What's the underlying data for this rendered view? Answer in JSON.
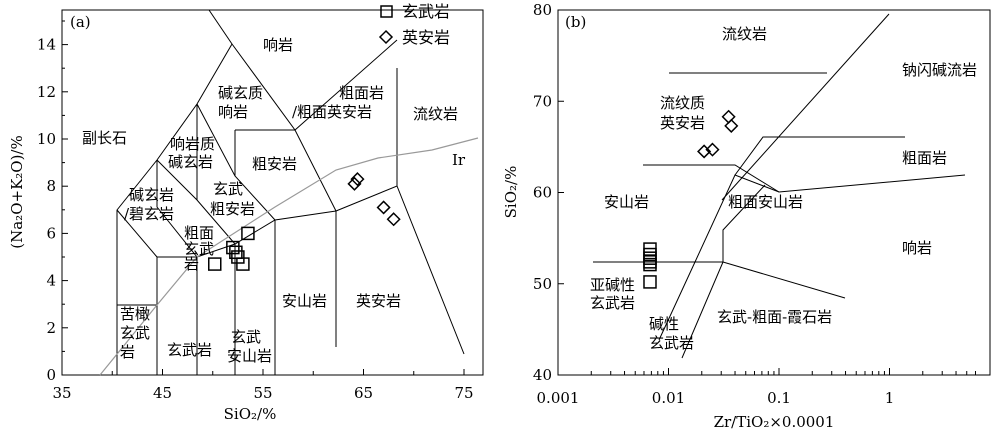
{
  "chart_data": [
    {
      "type": "scatter",
      "panel_label": "(a)",
      "xlabel": "SiO2/%",
      "ylabel": "(Na2O+K2O)/%",
      "xlim": [
        35,
        77
      ],
      "ylim": [
        0,
        15.5
      ],
      "xticks": [
        "35",
        "45",
        "55",
        "65",
        "75"
      ],
      "yticks": [
        "0",
        "2",
        "4",
        "6",
        "8",
        "10",
        "12",
        "14"
      ],
      "legend": [
        "玄武岩",
        "英安岩"
      ],
      "series": [
        {
          "name": "玄武岩",
          "marker": "square",
          "x": [
            50.2,
            52.0,
            52.3,
            53.0,
            53.5,
            52.5
          ],
          "y": [
            4.7,
            5.4,
            5.2,
            4.7,
            6.0,
            5.0
          ]
        },
        {
          "name": "英安岩",
          "marker": "diamond",
          "x": [
            64.1,
            64.4,
            67.0,
            68.0
          ],
          "y": [
            8.1,
            8.3,
            7.1,
            6.6
          ]
        }
      ],
      "field_labels": [
        "副长石",
        "响岩",
        "碱玄质响岩",
        "响岩质碱玄岩",
        "碱玄岩/碧玄岩",
        "玄武粗安岩",
        "粗面玄武岩",
        "粗安岩",
        "粗面岩/粗面英安岩",
        "流纹岩",
        "苦橄玄武岩",
        "玄武岩",
        "玄武安山岩",
        "安山岩",
        "英安岩",
        "Ir"
      ]
    },
    {
      "type": "scatter",
      "panel_label": "(b)",
      "xlabel": "Zr/TiO2×0.0001",
      "ylabel": "SiO2/%",
      "xscale": "log",
      "xlim": [
        0.001,
        6
      ],
      "ylim": [
        40,
        80
      ],
      "xticks": [
        "0.001",
        "0.01",
        "0.1",
        "1"
      ],
      "yticks": [
        "40",
        "50",
        "60",
        "70",
        "80"
      ],
      "series": [
        {
          "name": "玄武岩",
          "marker": "square",
          "x": [
            0.0068,
            0.0068,
            0.0068,
            0.0068,
            0.0068,
            0.0068
          ],
          "y": [
            53.8,
            53.2,
            52.8,
            52.4,
            52.1,
            50.2
          ]
        },
        {
          "name": "英安岩",
          "marker": "diamond",
          "x": [
            0.021,
            0.025,
            0.035,
            0.037
          ],
          "y": [
            64.5,
            64.7,
            68.3,
            67.3
          ]
        }
      ],
      "field_labels": [
        "流纹岩",
        "钠闪碱流岩",
        "流纹质英安岩",
        "粗面岩",
        "安山岩",
        "粗面安山岩",
        "响岩",
        "亚碱性玄武岩",
        "碱性玄武岩",
        "玄武-粗面-霞石岩"
      ]
    }
  ],
  "text": {
    "a_panel": "(a)",
    "b_panel": "(b)",
    "a_ylabel": "(Na₂O+K₂O)/%",
    "a_xlabel": "SiO₂/%",
    "b_ylabel": "SiO₂/%",
    "b_xlabel": "Zr/TiO₂×0.0001",
    "legend_basalt": "玄武岩",
    "legend_dacite": "英安岩",
    "a_fields": {
      "foidite": "副长石",
      "phonolite": "响岩",
      "tephriphonolite_1": "碱玄质",
      "tephriphonolite_2": "响岩",
      "phonotephrite_1": "响岩质",
      "phonotephrite_2": "碱玄岩",
      "tephrite_1": "碱玄岩",
      "tephrite_2": "/碧玄岩",
      "trachyandesite": "粗安岩",
      "basaltic_trachyandesite_1": "玄武",
      "basaltic_trachyandesite_2": "粗安岩",
      "trachybasalt_1": "粗面",
      "trachybasalt_2": "玄武",
      "trachybasalt_3": "岩",
      "trachyte_1": "粗面岩",
      "trachyte_2": "/粗面英安岩",
      "rhyolite": "流纹岩",
      "ir": "Ir",
      "picrobasalt_1": "苦橄",
      "picrobasalt_2": "玄武",
      "picrobasalt_3": "岩",
      "basalt": "玄武岩",
      "basaltic_andesite_1": "玄武",
      "basaltic_andesite_2": "安山岩",
      "andesite": "安山岩",
      "dacite": "英安岩"
    },
    "b_fields": {
      "rhyolite": "流纹岩",
      "comendite": "钠闪碱流岩",
      "rhyodacite_1": "流纹质",
      "rhyodacite_2": "英安岩",
      "trachyte": "粗面岩",
      "andesite": "安山岩",
      "trachyandesite": "粗面安山岩",
      "phonolite": "响岩",
      "subalkaline_basalt_1": "亚碱性",
      "subalkaline_basalt_2": "玄武岩",
      "alkali_basalt_1": "碱性",
      "alkali_basalt_2": "玄武岩",
      "basanite_trachy_nephelinite": "玄武-粗面-霞石岩"
    }
  }
}
